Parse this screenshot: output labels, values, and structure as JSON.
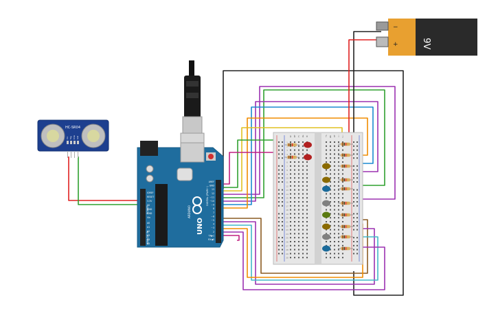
{
  "sensor": {
    "label": "HC-SR04",
    "pins": [
      "Vcc",
      "Trig",
      "Echo",
      "Gnd"
    ]
  },
  "battery": {
    "label": "9V",
    "minus": "−",
    "plus": "+"
  },
  "arduino": {
    "brand": "ARDUINO",
    "model": "UNO",
    "power_pins": [
      "IOREF",
      "RESET",
      "3.3V",
      "5V",
      "GND",
      "GND",
      "Vin"
    ],
    "analog_pins": [
      "A0",
      "A1",
      "A2",
      "A3",
      "A4",
      "A5"
    ],
    "digital_header": "DIGITAL (PWM~)",
    "analog_header": "ANALOG IN",
    "power_header": "POWER",
    "digital_pins": [
      "AREF",
      "GND",
      "13",
      "12",
      "~11",
      "~10",
      "~9",
      "8",
      "7",
      "~6",
      "~5",
      "4",
      "~3",
      "2",
      "TX▶1",
      "RX◀0"
    ]
  },
  "breadboard": {
    "cols_left": [
      "a",
      "b",
      "c",
      "d",
      "e"
    ],
    "cols_right": [
      "f",
      "g",
      "h",
      "i",
      "j"
    ],
    "rows": 30
  },
  "leds": [
    "#b22020",
    "#b22020",
    "#8a6a00",
    "#8a6a00",
    "#1a6a9a",
    "#808080",
    "#5a7a10",
    "#8a6a00",
    "#808080",
    "#1a6a9a"
  ],
  "colors": {
    "wire_red": "#e02020",
    "wire_green": "#2ea02e",
    "wire_black": "#202020",
    "arduino_blue": "#1f6d9e",
    "sensor_blue": "#1d3f8f",
    "battery_body": "#2a2a2a",
    "battery_cap": "#e8a030"
  }
}
